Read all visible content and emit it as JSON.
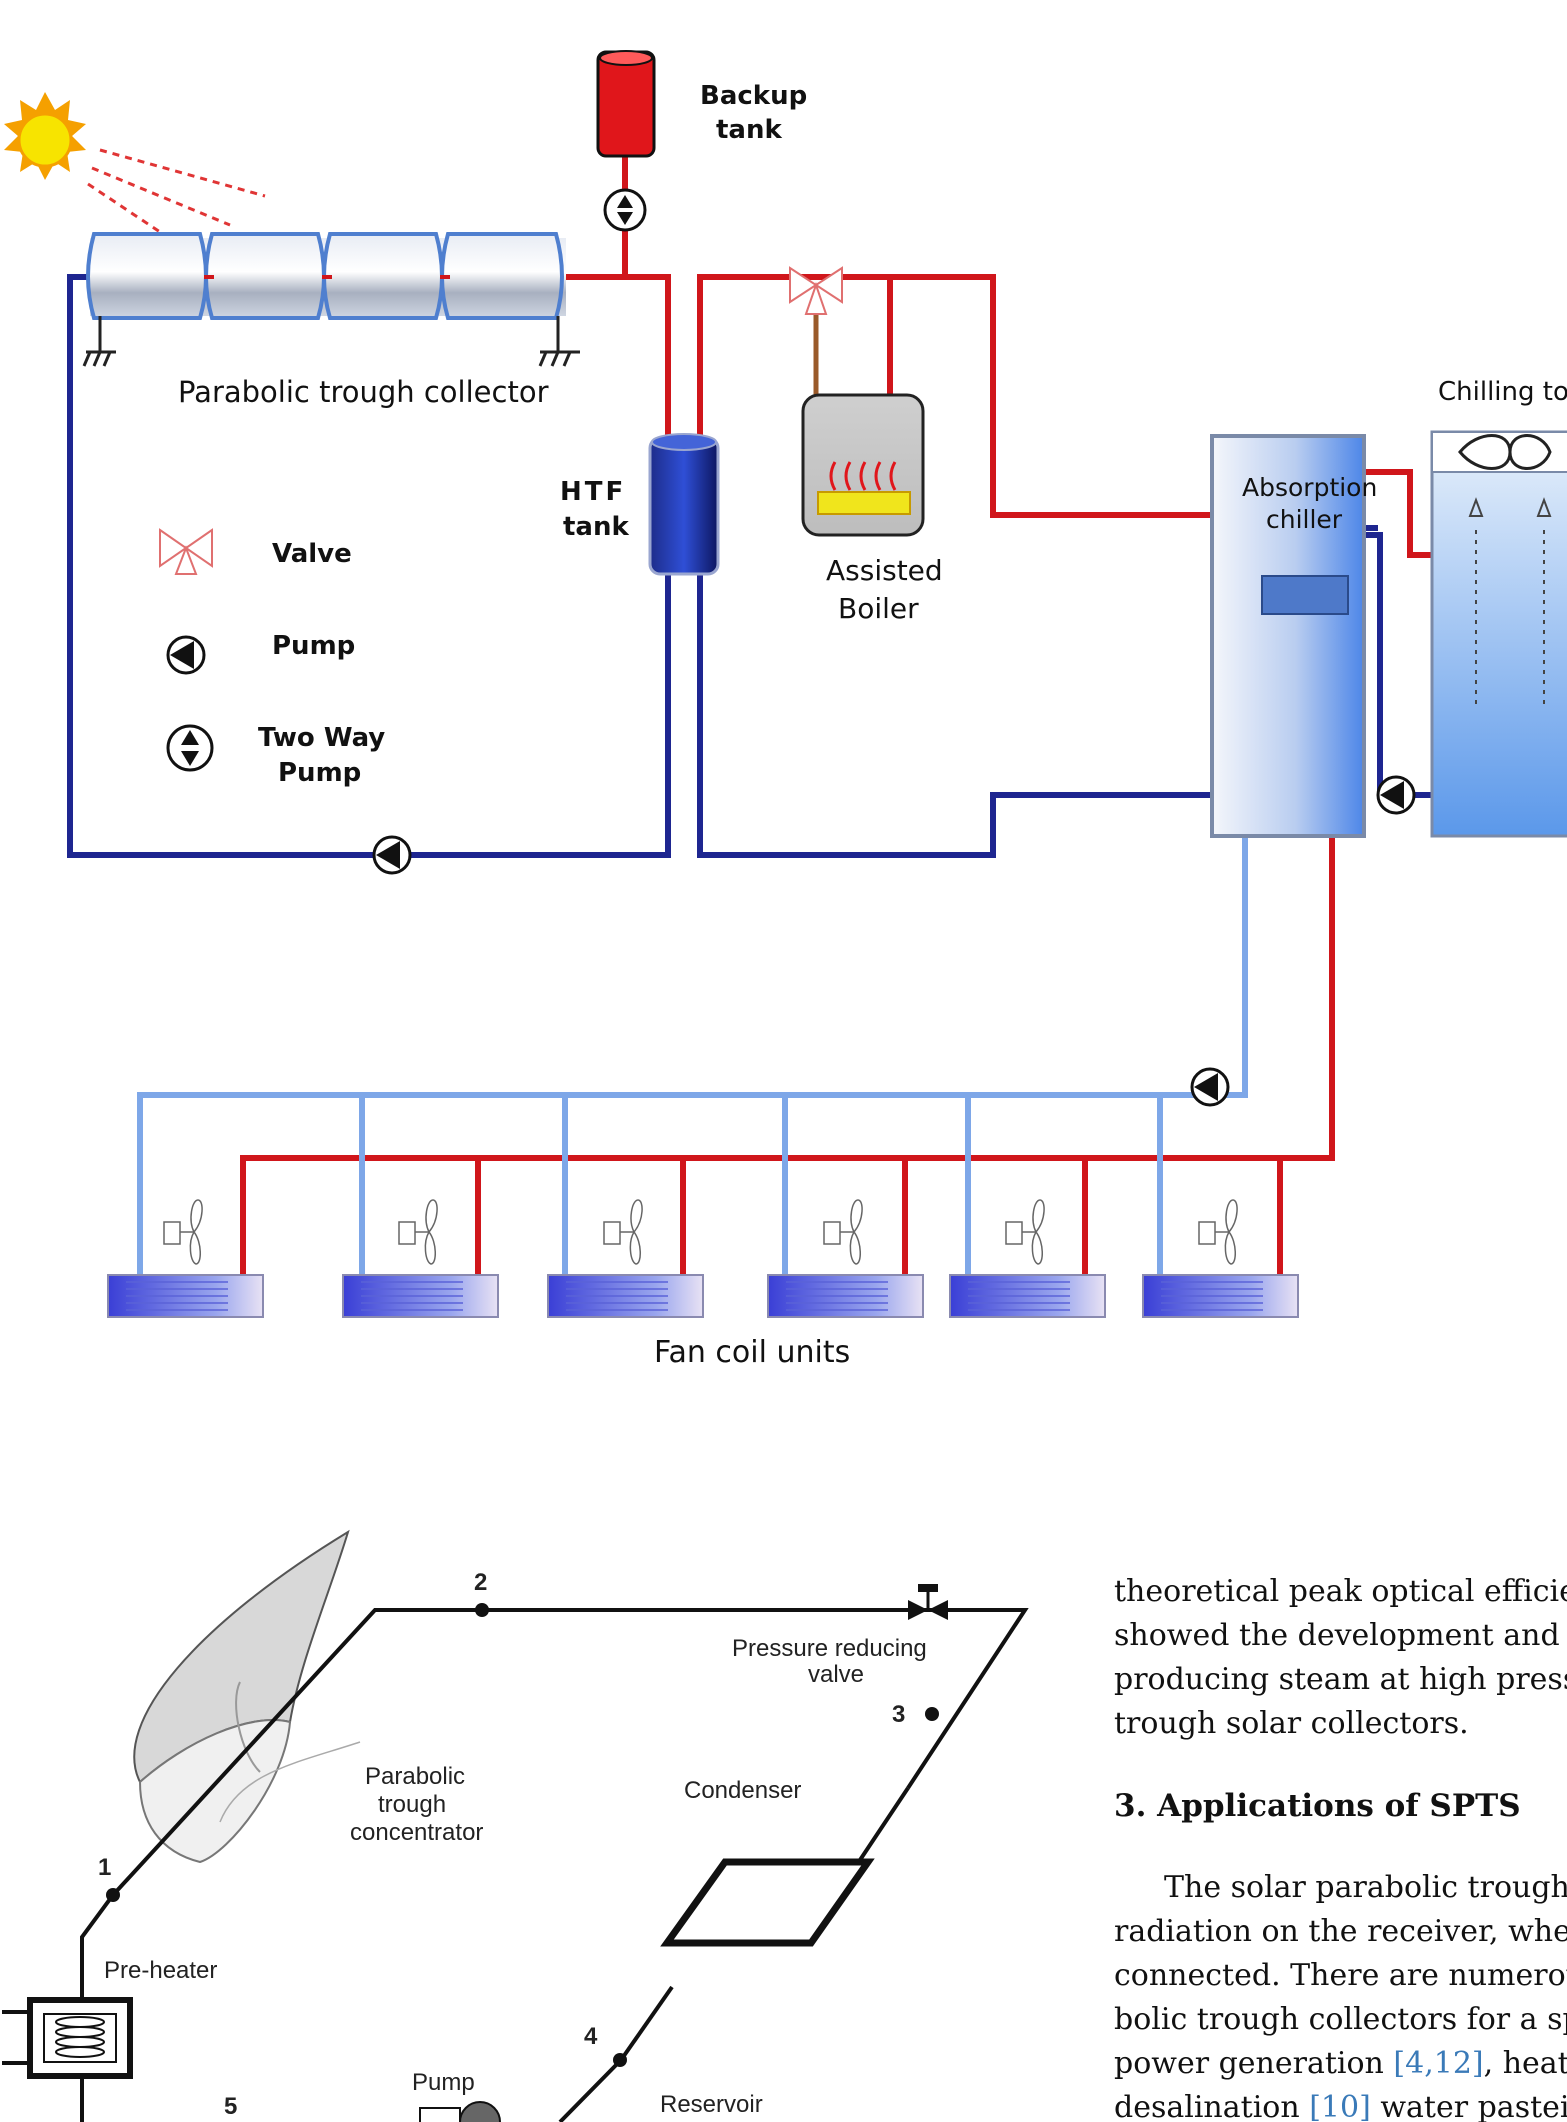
{
  "figure1": {
    "labels": {
      "backup_tank": [
        "Backup",
        "tank"
      ],
      "parabolic_trough_collector": "Parabolic trough collector",
      "htf_tank": [
        "HTF",
        "tank"
      ],
      "assisted_boiler": [
        "Assisted",
        "Boiler"
      ],
      "absorption_chiller": [
        "Absorption",
        "chiller"
      ],
      "chilling_tower": "Chilling tow",
      "fan_coil_units": "Fan coil units"
    },
    "legend": {
      "valve": "Valve",
      "pump": "Pump",
      "two_way_pump": [
        "Two Way",
        "Pump"
      ]
    },
    "colors": {
      "hot_line": "#d0161b",
      "cold_line": "#1e2690",
      "chilled_line": "#7ea7e8",
      "tank_red": "#e0161b",
      "sun": "#f7d200"
    }
  },
  "figure2": {
    "labels": {
      "point_1": "1",
      "point_2": "2",
      "point_3": "3",
      "point_4": "4",
      "point_5": "5",
      "pressure_reducing_valve": [
        "Pressure reducing",
        "valve"
      ],
      "parabolic_trough_concentrator": [
        "Parabolic",
        "trough",
        "concentrator"
      ],
      "condenser": "Condenser",
      "pre_heater": "Pre-heater",
      "pump": "Pump",
      "reservoir": "Reservoir"
    }
  },
  "text": {
    "lines_top": [
      "theoretical peak optical efficien",
      "showed the development and",
      "producing steam at high pressu",
      "trough solar collectors."
    ],
    "heading": "3.  Applications of SPTS",
    "lines_bottom": [
      "The solar parabolic trough t",
      "radiation on the receiver, wher",
      "connected. There are numerou",
      "bolic trough collectors for a spe"
    ],
    "line_cite1_pre": "power generation ",
    "line_cite1_ref": "[4,12]",
    "line_cite1_post": ", heat",
    "line_cite2_pre": "desalination ",
    "line_cite2_ref": "[10]",
    "line_cite2_post": " water pastei"
  }
}
